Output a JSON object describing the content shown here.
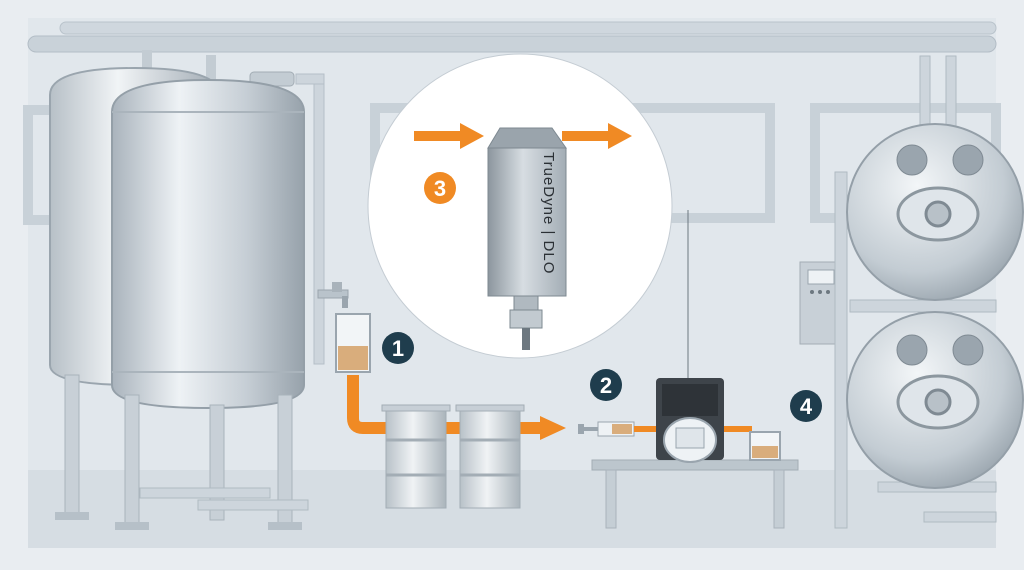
{
  "diagram": {
    "sensor_label": "TrueDyne | DLO",
    "steps": [
      {
        "number": "1"
      },
      {
        "number": "2"
      },
      {
        "number": "3"
      },
      {
        "number": "4"
      }
    ]
  },
  "colors": {
    "background": "#e9edf1",
    "floor": "#dde3e9",
    "pipe": "#c7d0d8",
    "tank_light": "#eef2f5",
    "tank_dark": "#9aa5ae",
    "flow_arrow": "#f08a24",
    "step_badge_dark": "#1f3d4d",
    "step_badge_orange": "#f08a24",
    "sample_liquid": "#d9ad7c",
    "case_dark": "#3e444a"
  },
  "icons": [
    "tank-icon",
    "drum-icon",
    "syringe-icon",
    "beaker-icon",
    "analyzer-case-icon",
    "density-sensor-icon",
    "flow-arrow-icon"
  ]
}
